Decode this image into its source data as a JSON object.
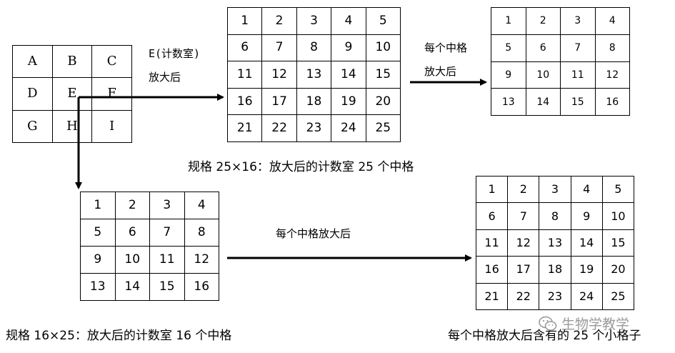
{
  "grid_letters": [
    [
      "A",
      "B",
      "C"
    ],
    [
      "D",
      "E",
      "F"
    ],
    [
      "G",
      "H",
      "I"
    ]
  ],
  "grid_25_top": [
    [
      "1",
      "2",
      "3",
      "4",
      "5"
    ],
    [
      "6",
      "7",
      "8",
      "9",
      "10"
    ],
    [
      "11",
      "12",
      "13",
      "14",
      "15"
    ],
    [
      "16",
      "17",
      "18",
      "19",
      "20"
    ],
    [
      "21",
      "22",
      "23",
      "24",
      "25"
    ]
  ],
  "grid_16_top": [
    [
      "1",
      "2",
      "3",
      "4"
    ],
    [
      "5",
      "6",
      "7",
      "8"
    ],
    [
      "9",
      "10",
      "11",
      "12"
    ],
    [
      "13",
      "14",
      "15",
      "16"
    ]
  ],
  "grid_16_bottom": [
    [
      "1",
      "2",
      "3",
      "4"
    ],
    [
      "5",
      "6",
      "7",
      "8"
    ],
    [
      "9",
      "10",
      "11",
      "12"
    ],
    [
      "13",
      "14",
      "15",
      "16"
    ]
  ],
  "grid_25_bottom": [
    [
      "1",
      "2",
      "3",
      "4",
      "5"
    ],
    [
      "6",
      "7",
      "8",
      "9",
      "10"
    ],
    [
      "11",
      "12",
      "13",
      "14",
      "15"
    ],
    [
      "16",
      "17",
      "18",
      "19",
      "20"
    ],
    [
      "21",
      "22",
      "23",
      "24",
      "25"
    ]
  ],
  "labels": {
    "e_line1": "E(计数室)",
    "e_line2": "放大后",
    "mid_top_line1": "每个中格",
    "mid_top_line2": "放大后",
    "spec_25x16": "规格 25×16：放大后的计数室 25 个中格",
    "mid_bottom": "每个中格放大后",
    "spec_16x25": "规格 16×25：放大后的计数室 16 个中格",
    "bottom_right": "每个中格放大后含有的 25 个小格子",
    "watermark": "生物学教学"
  }
}
